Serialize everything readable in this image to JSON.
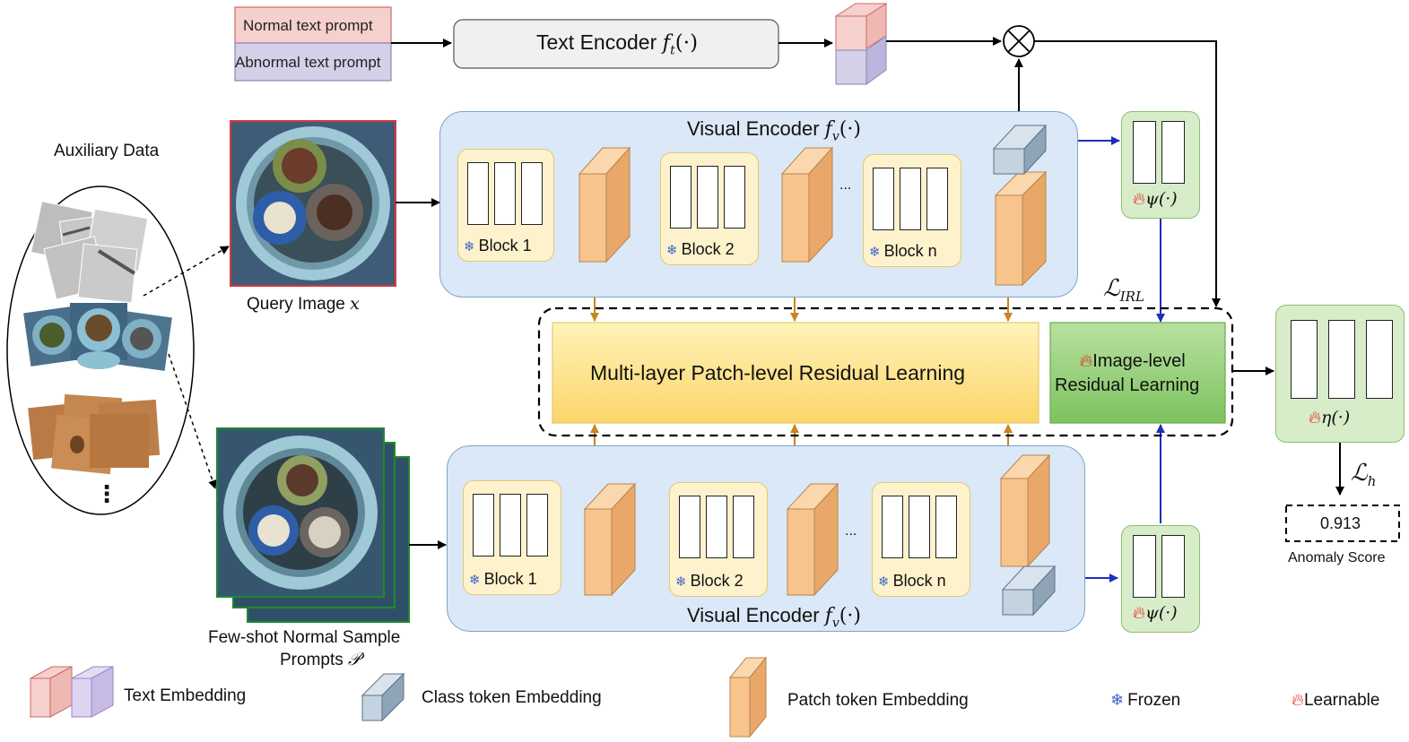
{
  "prompts": {
    "normal": "Normal text prompt",
    "abnormal": "Abnormal text prompt"
  },
  "text_encoder": {
    "label": "Text Encoder",
    "fn": "f",
    "sub": "t",
    "args": "(·)"
  },
  "visual_encoder": {
    "label": "Visual Encoder",
    "fn": "f",
    "sub": "v",
    "args": "(·)"
  },
  "aux": {
    "title": "Auxiliary Data",
    "more": "⋮"
  },
  "query": {
    "label": "Query Image",
    "var": "x"
  },
  "fewshot": {
    "line1": "Few-shot Normal Sample",
    "line2": "Prompts",
    "var": "𝒫′"
  },
  "blocks": {
    "b1": "Block 1",
    "b2": "Block 2",
    "bn": "Block n",
    "dots": "..."
  },
  "mplr": "Multi-layer Patch-level Residual Learning",
  "irl": {
    "line1": "Image-level",
    "line2": "Residual Learning"
  },
  "loss_irl": {
    "sym": "ℒ",
    "sub": "IRL"
  },
  "loss_h": {
    "sym": "ℒ",
    "sub": "h"
  },
  "psi": "ψ(·)",
  "eta": "η(·)",
  "score": {
    "value": "0.913",
    "label": "Anomaly Score"
  },
  "legend": {
    "text_emb": "Text Embedding",
    "cls_emb": "Class token Embedding",
    "patch_emb": "Patch token Embedding",
    "frozen": "Frozen",
    "learnable": "Learnable"
  },
  "icons": {
    "frozen": "snowflake-icon",
    "learnable": "flame-icon",
    "multiply": "circled-times-icon"
  },
  "colors": {
    "text_normal": "#f6d0cc",
    "text_abnormal": "#d4d0e8",
    "patch": "#f8c48e",
    "cls": "#c4d3e0",
    "panel": "#dbe8f7",
    "block": "#fdf2cc",
    "green": "#d7ecc9",
    "mplr": "#fde07a",
    "arrow_orange": "#c8861f",
    "arrow_blue": "#1f2fb8"
  }
}
